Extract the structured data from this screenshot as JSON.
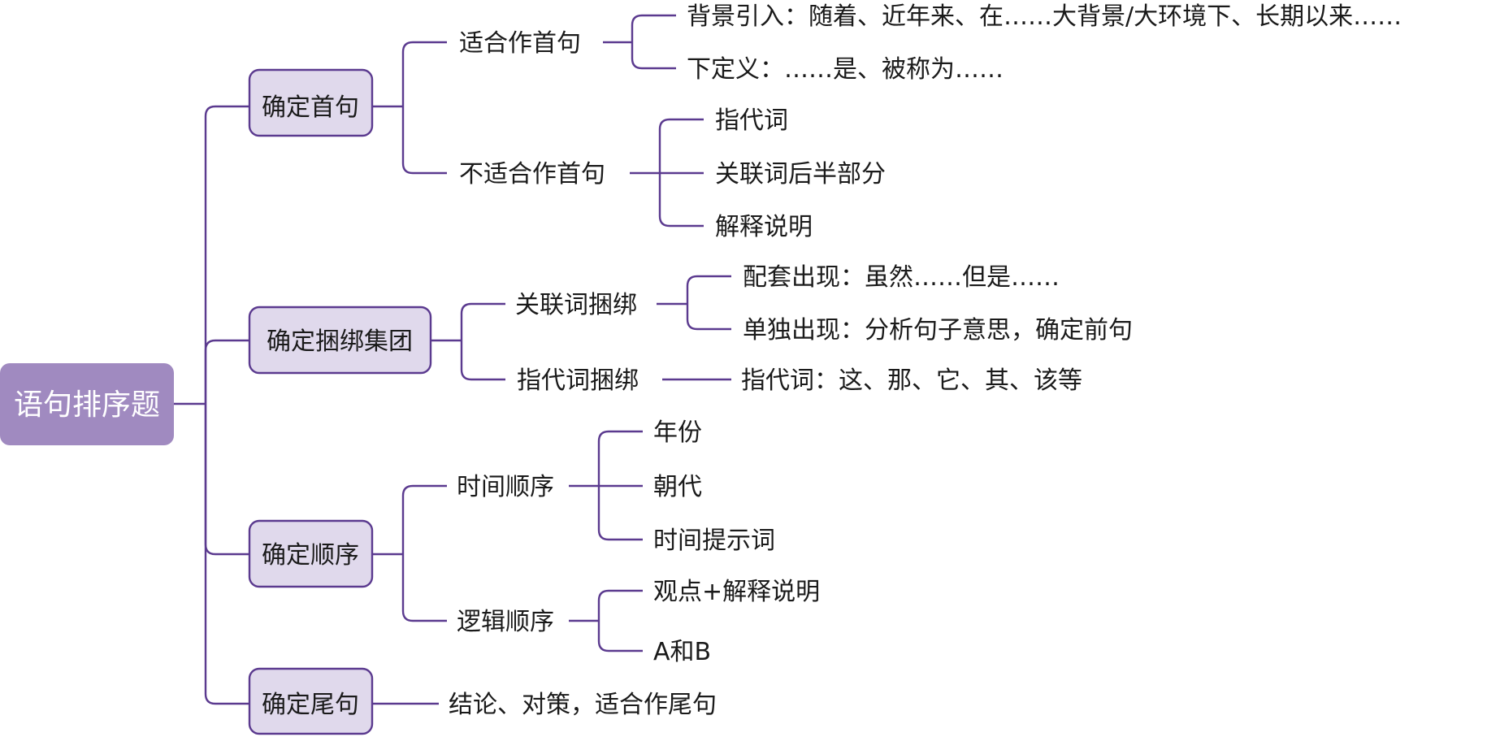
{
  "root": {
    "label": "语句排序题"
  },
  "branches": [
    {
      "label": "确定首句",
      "children": [
        {
          "label": "适合作首句",
          "children": [
            {
              "label": "背景引入：随着、近年来、在……大背景/大环境下、长期以来……"
            },
            {
              "label": "下定义：……是、被称为……"
            }
          ]
        },
        {
          "label": "不适合作首句",
          "children": [
            {
              "label": "指代词"
            },
            {
              "label": "关联词后半部分"
            },
            {
              "label": "解释说明"
            }
          ]
        }
      ]
    },
    {
      "label": "确定捆绑集团",
      "children": [
        {
          "label": "关联词捆绑",
          "children": [
            {
              "label": "配套出现：虽然……但是……"
            },
            {
              "label": "单独出现：分析句子意思，确定前句"
            }
          ]
        },
        {
          "label": "指代词捆绑",
          "children": [
            {
              "label": "指代词：这、那、它、其、该等"
            }
          ]
        }
      ]
    },
    {
      "label": "确定顺序",
      "children": [
        {
          "label": "时间顺序",
          "children": [
            {
              "label": "年份"
            },
            {
              "label": "朝代"
            },
            {
              "label": "时间提示词"
            }
          ]
        },
        {
          "label": "逻辑顺序",
          "children": [
            {
              "label": "观点+解释说明"
            },
            {
              "label": "A和B"
            }
          ]
        }
      ]
    },
    {
      "label": "确定尾句",
      "children": [
        {
          "label": "结论、对策，适合作尾句"
        }
      ]
    }
  ],
  "colors": {
    "line": "#5b3a8f",
    "root_fill": "#a08ac0",
    "branch_fill": "#e0d9ec",
    "text": "#1a1a1a",
    "root_text": "#ffffff"
  }
}
